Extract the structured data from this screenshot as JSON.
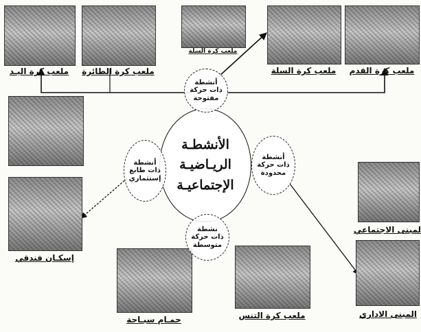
{
  "center": {
    "line1": "الأنشطـة",
    "line2": "الريـاضيـة",
    "line3": "الإجتماعيـة"
  },
  "bubbles": {
    "top": "أنشطة\nذات حركة\nمفتوحة",
    "left": "أنشطة\nذات طابع\nإستثماري",
    "right": "أنشطة\nذات حركة\nمحدودة",
    "bottom": "نشطة\nذات حركة\nمتوسطة"
  },
  "photos": {
    "handball": "ملعب كرة اليـد",
    "volleyball": "ملعب كرة الطائرة",
    "basketball_small": "ملعب كرة السلة",
    "basketball": "ملعب كرة السلة",
    "football": "ملعب كرة القدم",
    "hotel": "إسكـان فندقي",
    "pool": "حمـام سبـاحة",
    "tennis": "ملعب كرة التنس",
    "social_building": "المبنى الاجتماعي",
    "admin_building": "المبنى الاداري"
  }
}
